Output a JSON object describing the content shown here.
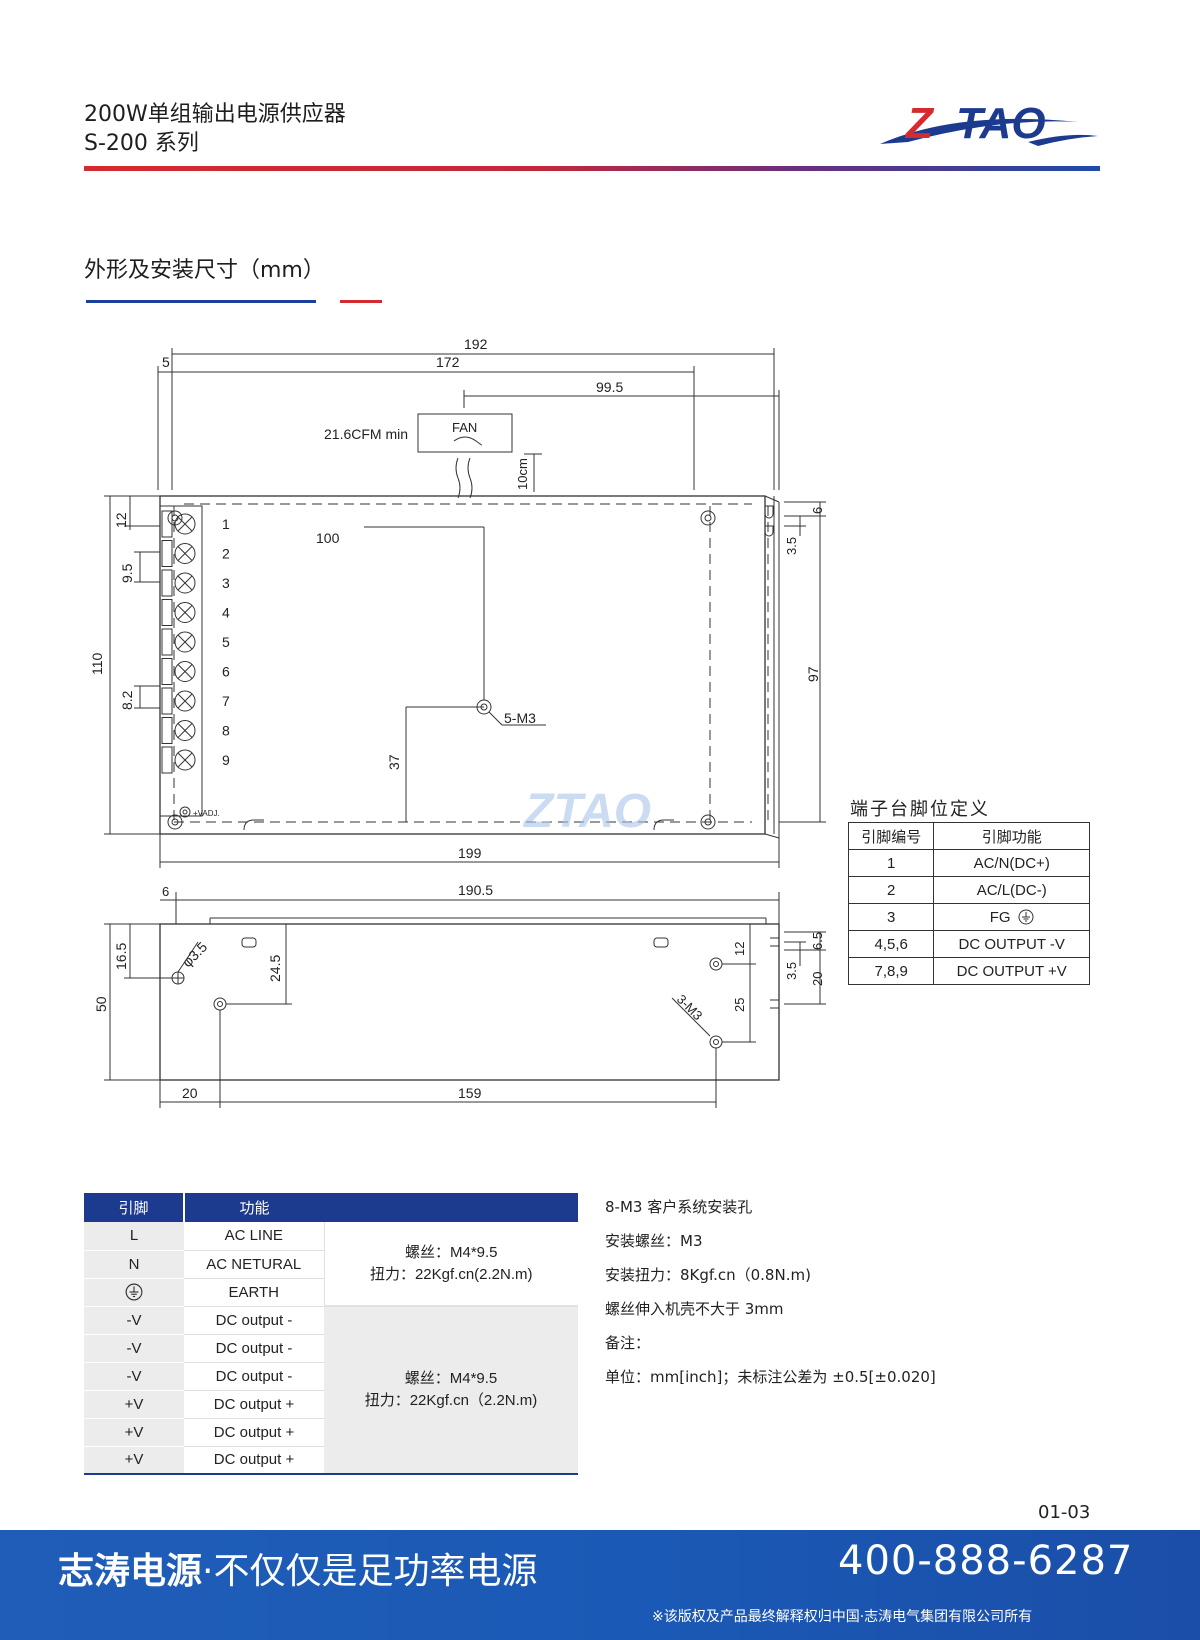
{
  "header": {
    "title_line1": "200W单组输出电源供应器",
    "title_line2": "S-200  系列",
    "logo_text": "ZTAO"
  },
  "section": {
    "title": "外形及安装尺寸（mm）"
  },
  "drawing": {
    "dims_top": {
      "overall": "192",
      "inner": "172",
      "margin_left": "5",
      "fan_offset": "99.5"
    },
    "fan": {
      "label": "FAN",
      "airflow": "21.6CFM min",
      "clearance": "10cm"
    },
    "dims_left": {
      "height": "110",
      "top": "12",
      "pitch": "9.5",
      "pitch2": "8.2"
    },
    "dims_inner": {
      "x100": "100",
      "y37": "37",
      "screw_label": "5-M3"
    },
    "dims_right": {
      "top6": "6",
      "slot35": "3.5",
      "height97": "97"
    },
    "terminals": [
      "1",
      "2",
      "3",
      "4",
      "5",
      "6",
      "7",
      "8",
      "9"
    ],
    "vadj": "+VADJ.",
    "dim_bottom": "199",
    "side": {
      "hole_offset": "6",
      "length": "190.5",
      "height": "50",
      "h165": "16.5",
      "hole_dia": "φ3.5",
      "h245": "24.5",
      "x20": "20",
      "x159": "159",
      "screw_label": "3-M3",
      "d12": "12",
      "d25": "25",
      "d65": "6.5",
      "d35": "3.5",
      "d20": "20"
    },
    "watermark": "ZTAO"
  },
  "pin_table": {
    "title": "端子台脚位定义",
    "headers": [
      "引脚编号",
      "引脚功能"
    ],
    "rows": [
      {
        "pin": "1",
        "fn": "AC/N(DC+)"
      },
      {
        "pin": "2",
        "fn": "AC/L(DC-)"
      },
      {
        "pin": "3",
        "fn": "FG"
      },
      {
        "pin": "4,5,6",
        "fn": "DC OUTPUT -V"
      },
      {
        "pin": "7,8,9",
        "fn": "DC OUTPUT +V"
      }
    ]
  },
  "spec_table": {
    "headers": [
      "引脚",
      "功能"
    ],
    "rows": [
      {
        "pin": "L",
        "fn": "AC LINE"
      },
      {
        "pin": "N",
        "fn": "AC NETURAL"
      },
      {
        "pin": "",
        "fn": "EARTH"
      },
      {
        "pin": "-V",
        "fn": "DC output -"
      },
      {
        "pin": "-V",
        "fn": "DC output -"
      },
      {
        "pin": "-V",
        "fn": "DC output -"
      },
      {
        "pin": "+V",
        "fn": "DC output +"
      },
      {
        "pin": "+V",
        "fn": "DC output +"
      },
      {
        "pin": "+V",
        "fn": "DC output +"
      }
    ],
    "note_ac_line1": "螺丝：M4*9.5",
    "note_ac_line2": "扭力：22Kgf.cn(2.2N.m)",
    "note_dc_line1": "螺丝：M4*9.5",
    "note_dc_line2": "扭力：22Kgf.cn（2.2N.m)"
  },
  "notes": [
    "8-M3 客户系统安装孔",
    "安装螺丝：M3",
    "安装扭力：8Kgf.cn（0.8N.m)",
    "螺丝伸入机壳不大于 3mm",
    "备注：",
    "单位：mm[inch]；未标注公差为 ±0.5[±0.020]"
  ],
  "page_number": "01-03",
  "footer": {
    "slogan_bold": "志涛电源",
    "slogan_rest": "·不仅仅是足功率电源",
    "phone": "400-888-6287",
    "copyright": "※该版权及产品最终解释权归中国·志涛电气集团有限公司所有"
  },
  "colors": {
    "brand_blue": "#1c3b8f",
    "brand_red": "#d52a2f",
    "footer_blue": "#1f5db8"
  }
}
